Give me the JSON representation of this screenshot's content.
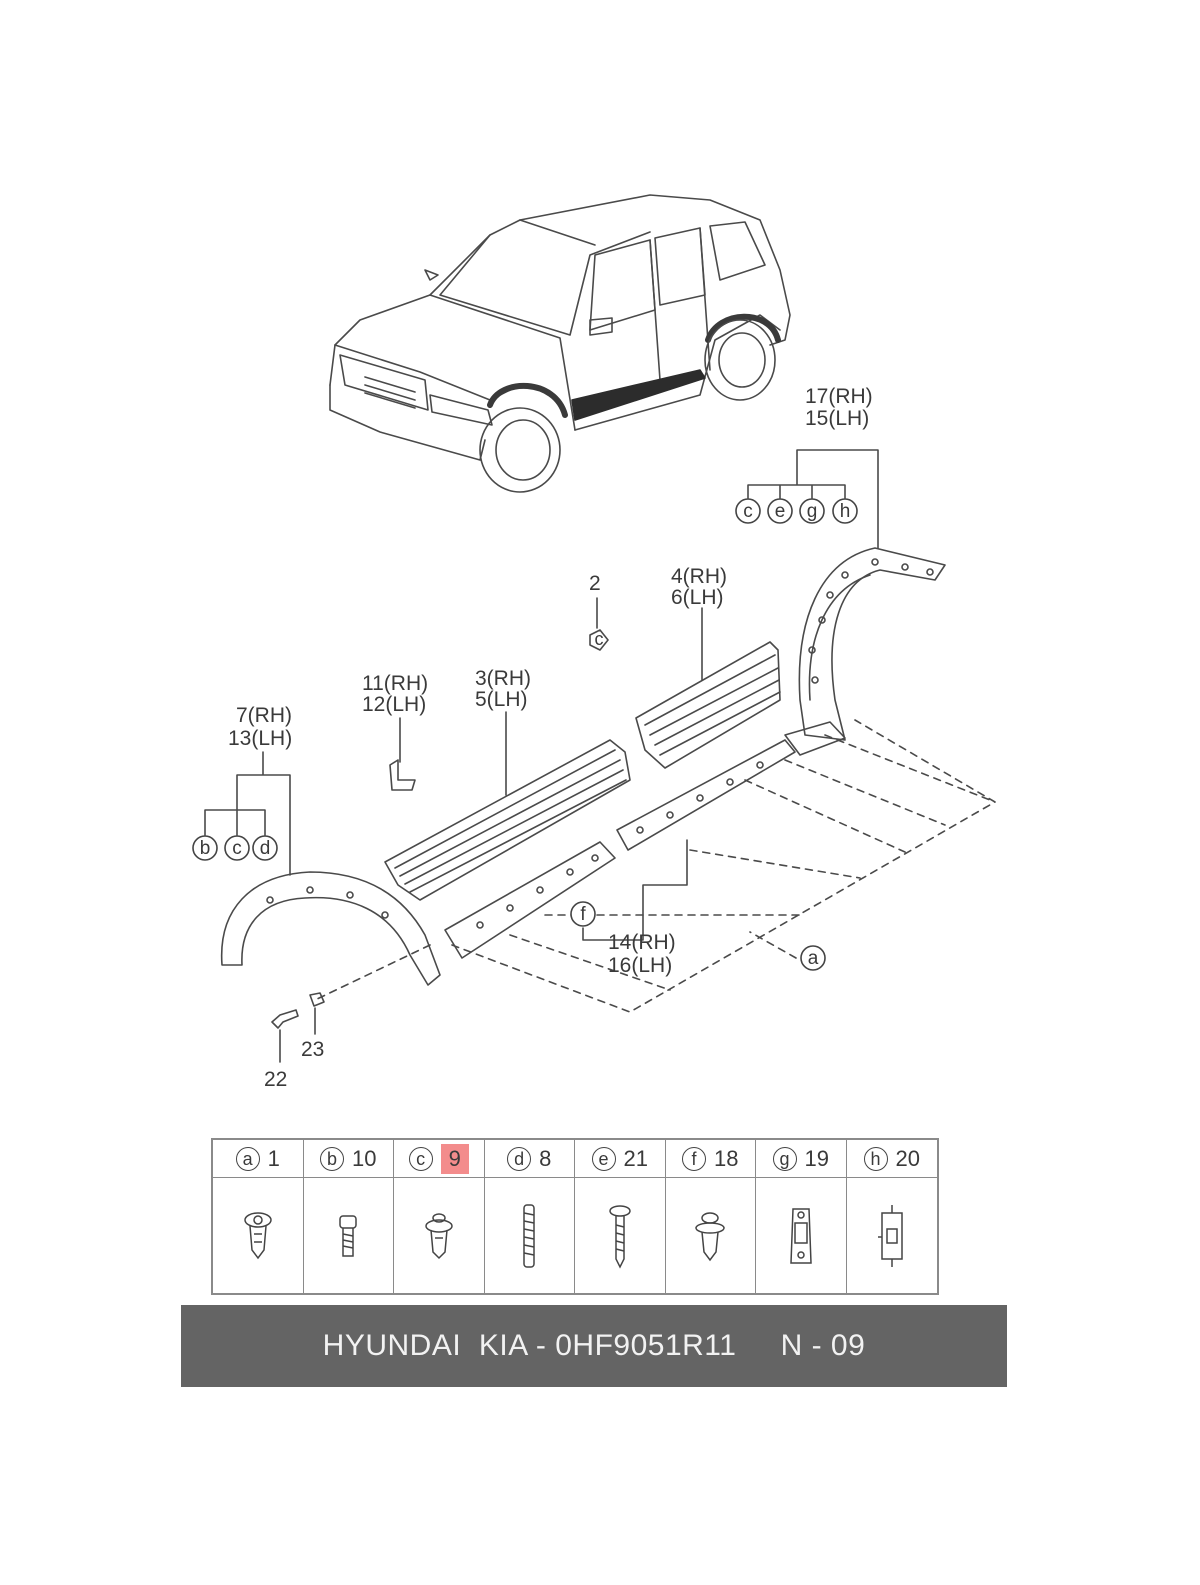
{
  "callouts": {
    "rh17": "17(RH)",
    "lh15": "15(LH)",
    "p2": "2",
    "rh4": "4(RH)",
    "lh6": "6(LH)",
    "rh11": "11(RH)",
    "lh12": "12(LH)",
    "rh3": "3(RH)",
    "lh5": "5(LH)",
    "rh7": "7(RH)",
    "lh13": "13(LH)",
    "rh14": "14(RH)",
    "lh16": "16(LH)",
    "p22": "22",
    "p23": "23"
  },
  "circle_letters": {
    "rear_group": [
      "c",
      "e",
      "g",
      "h"
    ],
    "front_group": [
      "b",
      "c",
      "d"
    ],
    "f": "f",
    "a": "a",
    "part2_clip": "c"
  },
  "fastener_table": [
    {
      "letter": "a",
      "part_no": "1"
    },
    {
      "letter": "b",
      "part_no": "10"
    },
    {
      "letter": "c",
      "part_no": "9",
      "highlighted": true
    },
    {
      "letter": "d",
      "part_no": "8"
    },
    {
      "letter": "e",
      "part_no": "21"
    },
    {
      "letter": "f",
      "part_no": "18"
    },
    {
      "letter": "g",
      "part_no": "19"
    },
    {
      "letter": "h",
      "part_no": "20"
    }
  ],
  "highlight_color": "#f38c8c",
  "footer": {
    "text": "HYUNDAI  KIA - 0HF9051R11     N - 09",
    "bg_color": "#646464"
  }
}
